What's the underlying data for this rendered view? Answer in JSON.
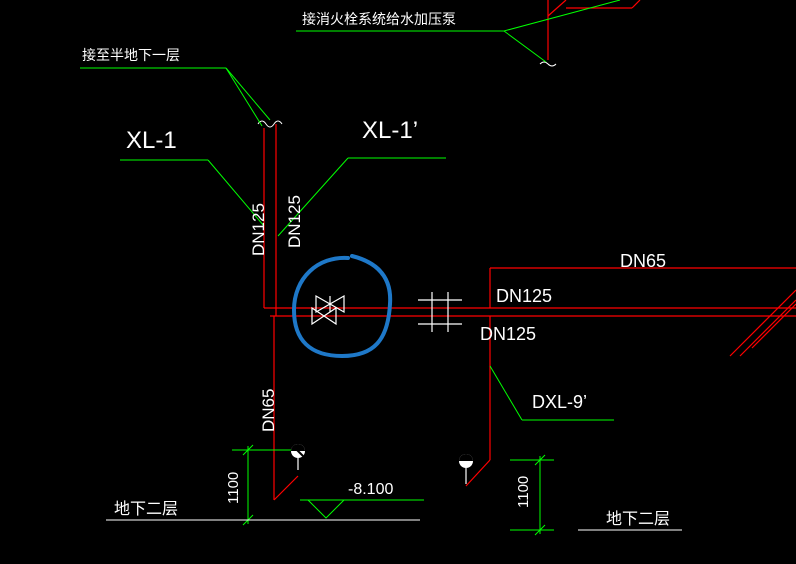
{
  "labels": {
    "pump_note": "接消火栓系统给水加压泵",
    "half_basement_note": "接至半地下一层",
    "xl1": "XL-1",
    "xl1_prime": "XL-1’",
    "dn125_riser_left": "DN125",
    "dn125_riser_right": "DN125",
    "dn65_top": "DN65",
    "dn125_main_top": "DN125",
    "dn125_main_bottom": "DN125",
    "dn65_down": "DN65",
    "dxl9": "DXL-9’",
    "elev_level": "-8.100",
    "dim_1100_left": "1100",
    "dim_1100_right": "1100",
    "floor_left": "地下二层",
    "floor_right": "地下二层"
  },
  "colors": {
    "background": "#000000",
    "pipe": "#ff0000",
    "leader": "#00ff00",
    "text": "#ffffff",
    "valve": "#ffffff",
    "highlight": "#1e78c8"
  },
  "icons": {
    "gate_valve": "gate-valve-icon",
    "check_valve": "check-valve-icon",
    "flange": "flange-icon",
    "gauge_left": "pressure-gauge-icon",
    "gauge_right": "pressure-gauge-icon"
  }
}
